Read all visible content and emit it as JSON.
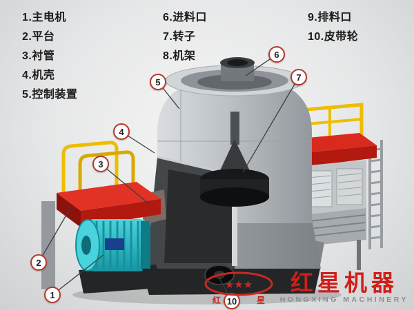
{
  "legend": {
    "columns": [
      {
        "items": [
          "1.主电机",
          "2.平台",
          "3.衬管",
          "4.机壳",
          "5.控制装置"
        ]
      },
      {
        "items": [
          "6.进料口",
          "7.转子",
          "8.机架"
        ]
      },
      {
        "items": [
          "9.排料口",
          "10.皮带轮"
        ]
      }
    ]
  },
  "callouts": {
    "c1": "1",
    "c2": "2",
    "c3": "3",
    "c4": "4",
    "c5": "5",
    "c6": "6",
    "c7": "7",
    "c10": "10"
  },
  "watermark": {
    "logo_char_left": "红",
    "logo_char_right": "星",
    "logo_stars": "★★★",
    "brand_cn": "红星机器",
    "brand_en": "HONGXING MACHINERY"
  },
  "colors": {
    "brand_red": "#cf1f1a",
    "callout_border": "#b5382c",
    "platform_red": "#d8281c",
    "railing_yellow": "#edbe00",
    "motor_teal": "#31bfca",
    "casing_gray": "#b4b9bd"
  }
}
